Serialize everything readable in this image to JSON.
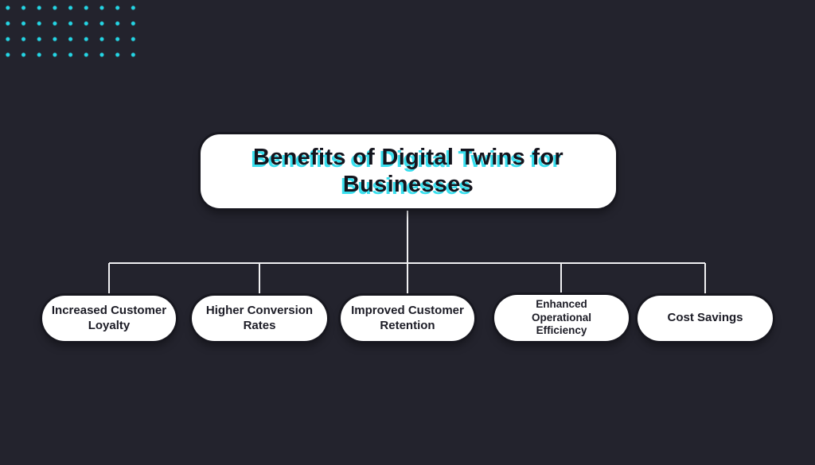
{
  "canvas": {
    "background_color": "#23232d"
  },
  "decor": {
    "dot_grid": {
      "rows": 4,
      "cols": 9,
      "dot_color": "#24d7e6",
      "position": "top-left"
    }
  },
  "diagram": {
    "type": "tree",
    "node_fill": "#ffffff",
    "node_outline_color": "#17171f",
    "node_text_color": "#1c1c26",
    "connector_color": "#f0f0f2",
    "root": {
      "label": "Benefits of Digital Twins for Businesses",
      "text_shadow_color": "#38dfee"
    },
    "children": [
      {
        "label": "Increased Customer Loyalty"
      },
      {
        "label": "Higher Conversion Rates"
      },
      {
        "label": "Improved Customer Retention"
      },
      {
        "label": "Enhanced Operational Efficiency"
      },
      {
        "label": "Cost Savings"
      }
    ]
  }
}
